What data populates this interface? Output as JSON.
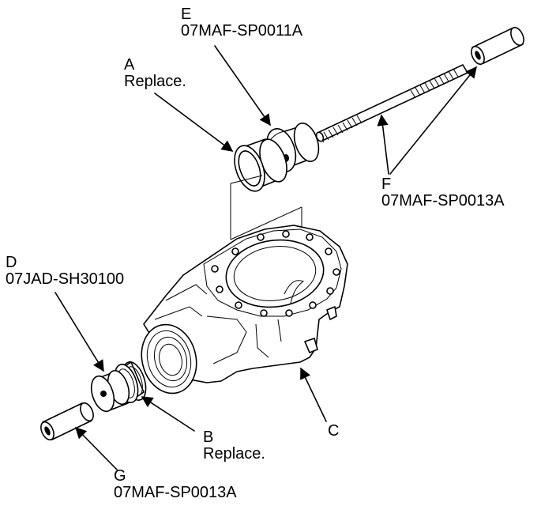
{
  "callouts": {
    "a": {
      "letter": "A",
      "text": "Replace."
    },
    "b": {
      "letter": "B",
      "text": "Replace."
    },
    "c": {
      "letter": "C"
    },
    "d": {
      "letter": "D",
      "code": "07JAD-SH30100"
    },
    "e": {
      "letter": "E",
      "code": "07MAF-SP0011A"
    },
    "f": {
      "letter": "F",
      "code": "07MAF-SP0013A"
    },
    "g": {
      "letter": "G",
      "code": "07MAF-SP0013A"
    }
  }
}
